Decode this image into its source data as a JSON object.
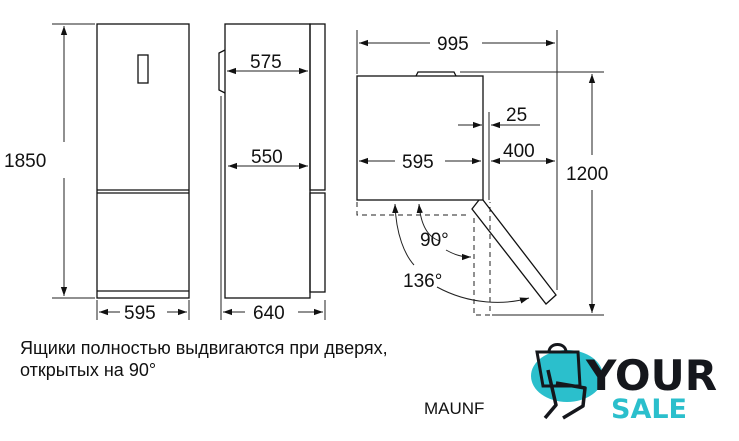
{
  "dimensions": {
    "height": "1850",
    "front_width": "595",
    "side_depth_total": "640",
    "side_depth_575": "575",
    "side_depth_550": "550",
    "top_total_width": "995",
    "top_width": "595",
    "door_gap": "25",
    "door_clearance": "400",
    "top_depth": "1200",
    "angle_90": "90°",
    "angle_136": "136°"
  },
  "note": {
    "line1": "Ящики полностью выдвигаются при дверях,",
    "line2": "открытых на 90°"
  },
  "brand_text": "MAUNF",
  "logo": {
    "word1": "YOUR",
    "word2": "SALE",
    "accent": "#2bbfcc",
    "dark": "#15171c"
  }
}
